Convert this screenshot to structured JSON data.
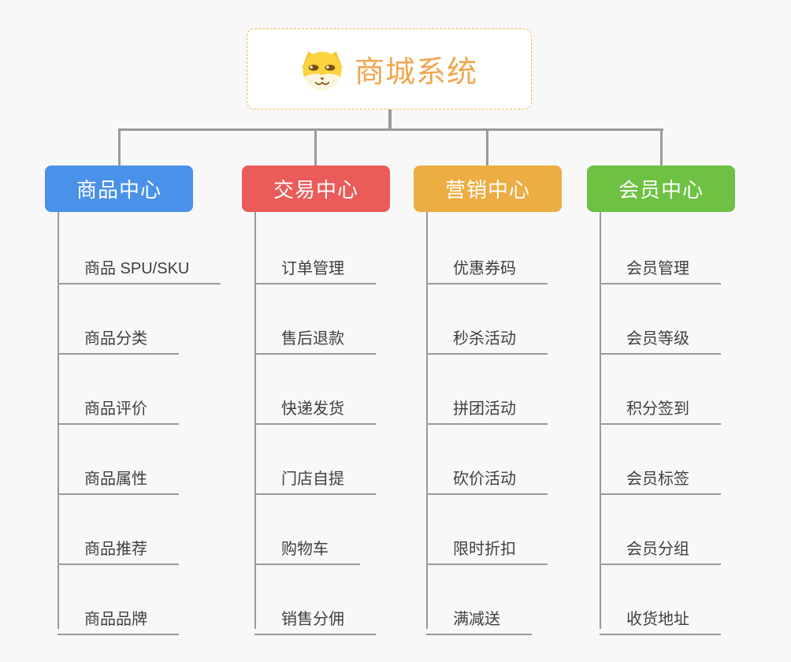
{
  "root": {
    "title": "商城系统",
    "icon": "dog-face-icon",
    "accent_color": "#F0A64F",
    "border_color": "#F2B35C"
  },
  "connector_color": "#9A9A9A",
  "background_color": "#F8F8F8",
  "branches": [
    {
      "title": "商品中心",
      "color": "#4A91E9",
      "items": [
        "商品 SPU/SKU",
        "商品分类",
        "商品评价",
        "商品属性",
        "商品推荐",
        "商品品牌"
      ]
    },
    {
      "title": "交易中心",
      "color": "#EA5B59",
      "items": [
        "订单管理",
        "售后退款",
        "快递发货",
        "门店自提",
        "购物车",
        "销售分佣"
      ]
    },
    {
      "title": "营销中心",
      "color": "#EDAD42",
      "items": [
        "优惠券码",
        "秒杀活动",
        "拼团活动",
        "砍价活动",
        "限时折扣",
        "满减送"
      ]
    },
    {
      "title": "会员中心",
      "color": "#6EC142",
      "items": [
        "会员管理",
        "会员等级",
        "积分签到",
        "会员标签",
        "会员分组",
        "收货地址"
      ]
    }
  ]
}
